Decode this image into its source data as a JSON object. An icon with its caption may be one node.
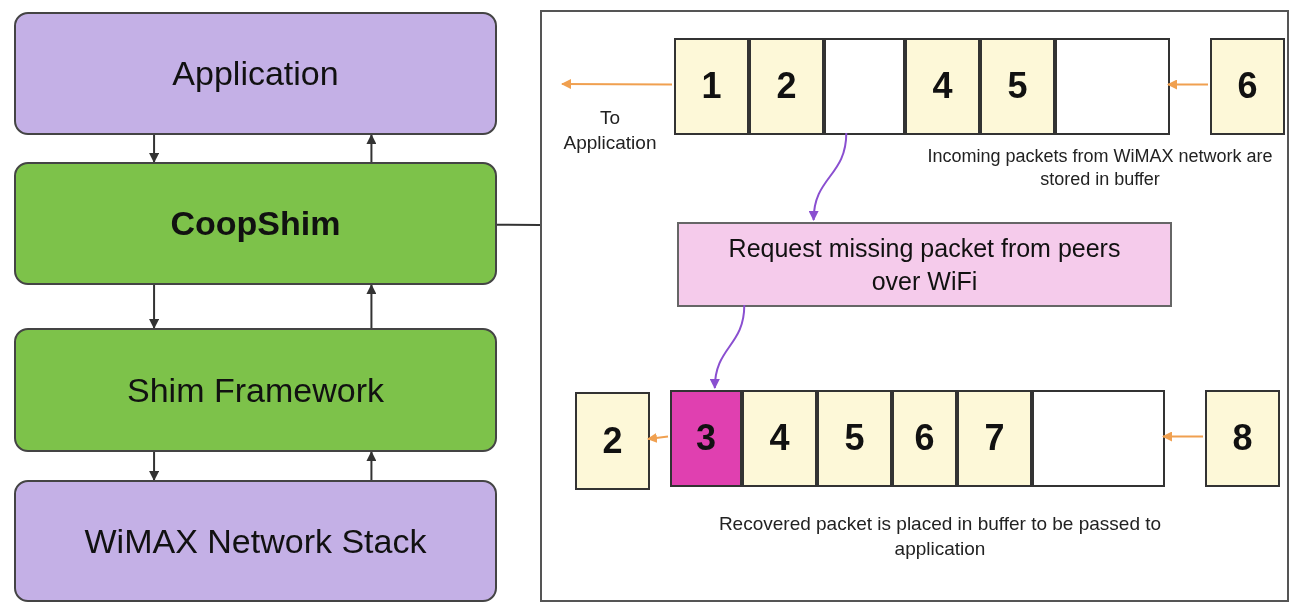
{
  "diagram": {
    "nodes": [
      {
        "text": [
          "Application"
        ]
      },
      {
        "text": [
          "CoopShim"
        ]
      },
      {
        "text": [
          "Shim Framework"
        ]
      },
      {
        "text": [
          "WiMAX Network Stack"
        ]
      },
      {
        "text": [],
        "shape": "box"
      },
      {
        "text": [
          "1"
        ],
        "in": 4
      },
      {
        "text": [
          "2"
        ],
        "in": 4
      },
      {
        "text": [],
        "shape": "box",
        "in": 4
      },
      {
        "text": [
          "4"
        ],
        "in": 4
      },
      {
        "text": [
          "5"
        ],
        "in": 4
      },
      {
        "text": [],
        "shape": "box",
        "in": 4
      },
      {
        "text": [
          "6"
        ],
        "in": 4
      },
      {
        "text": [
          "Request missing packet from peers over WiFi"
        ],
        "in": 4
      },
      {
        "text": [
          "2"
        ],
        "in": 4
      },
      {
        "text": [
          "3"
        ],
        "in": 4
      },
      {
        "text": [
          "4"
        ],
        "in": 4
      },
      {
        "text": [
          "5"
        ],
        "in": 4
      },
      {
        "text": [
          "6"
        ],
        "in": 4
      },
      {
        "text": [
          "7"
        ],
        "in": 4
      },
      {
        "text": [],
        "shape": "box",
        "in": 4
      },
      {
        "text": [
          "8"
        ],
        "in": 4
      }
    ],
    "edges": [
      {
        "from": 0,
        "to": 1,
        "arrow": "to"
      },
      {
        "from": 1,
        "to": 0,
        "arrow": "to"
      },
      {
        "from": 1,
        "to": 2,
        "arrow": "to"
      },
      {
        "from": 2,
        "to": 1,
        "arrow": "to"
      },
      {
        "from": 2,
        "to": 3,
        "arrow": "to"
      },
      {
        "from": 3,
        "to": 2,
        "arrow": "to"
      },
      {
        "from": 1,
        "to": 4,
        "arrow": "none"
      },
      {
        "from": 11,
        "to": 10,
        "arrow": "to",
        "color": "#f0a050"
      },
      {
        "from": 5,
        "to": null,
        "arrow": "to",
        "color": "#f0a050"
      },
      {
        "from": 7,
        "to": 12,
        "arrow": "to",
        "color": "#8a4fd0"
      },
      {
        "from": 12,
        "to": 14,
        "arrow": "to",
        "color": "#8a4fd0"
      },
      {
        "from": 20,
        "to": 19,
        "arrow": "to",
        "color": "#f0a050"
      },
      {
        "from": 14,
        "to": 13,
        "arrow": "to",
        "color": "#f0a050"
      }
    ],
    "labels": [
      "To Application",
      "Incoming packets from WiMAX network are stored in buffer",
      "Recovered packet is placed in buffer to be passed to application"
    ]
  }
}
